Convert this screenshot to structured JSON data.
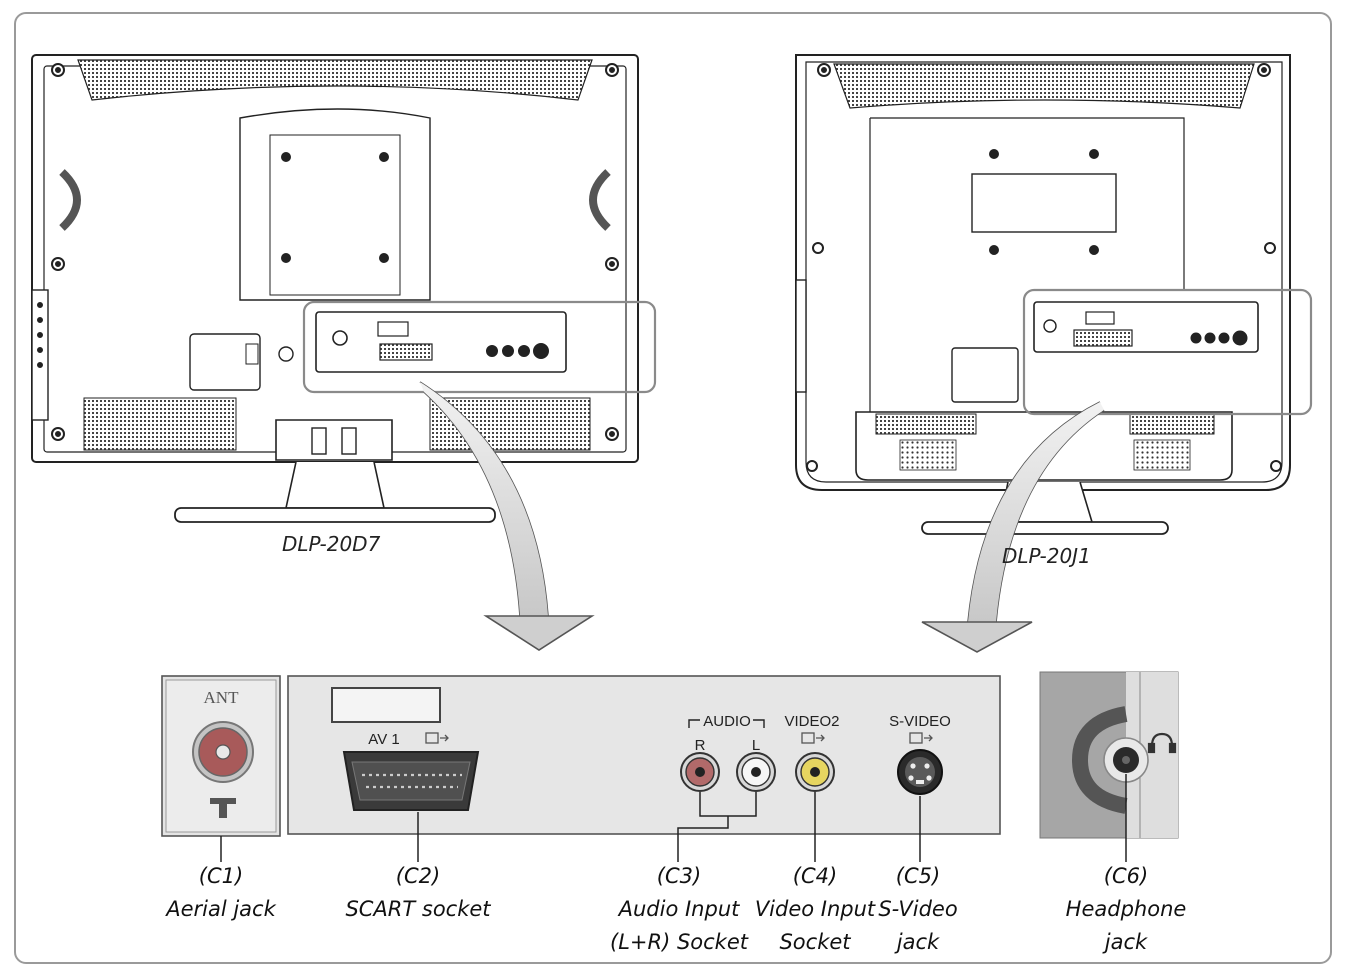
{
  "models": {
    "left": "DLP-20D7",
    "right": "DLP-20J1"
  },
  "panel": {
    "ant": "ANT",
    "av1": "AV 1",
    "audio": "AUDIO",
    "audio_r": "R",
    "audio_l": "L",
    "video2": "VIDEO2",
    "svideo": "S-VIDEO"
  },
  "callouts": [
    {
      "code": "(C1)",
      "line1": "Aerial jack",
      "line2": ""
    },
    {
      "code": "(C2)",
      "line1": "SCART socket",
      "line2": ""
    },
    {
      "code": "(C3)",
      "line1": "Audio Input",
      "line2": "(L+R) Socket"
    },
    {
      "code": "(C4)",
      "line1": "Video Input",
      "line2": "Socket"
    },
    {
      "code": "(C5)",
      "line1": "S-Video",
      "line2": "jack"
    },
    {
      "code": "(C6)",
      "line1": "Headphone",
      "line2": "jack"
    }
  ]
}
